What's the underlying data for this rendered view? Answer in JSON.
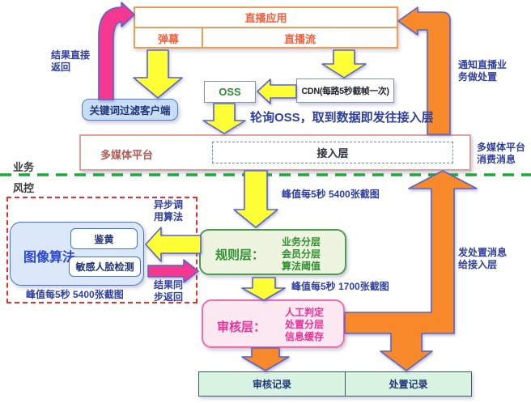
{
  "colors": {
    "yellow_arrow": "#ffff35",
    "orange_arrow": "#f7892a",
    "pink_arrow": "#f5388f",
    "arrow_outline": "#5a64c8",
    "divider_green": "#1fa73c",
    "risk_dashed_red": "#ee2d2d"
  },
  "zones": {
    "business": "业务",
    "risk": "风控"
  },
  "live_app": {
    "title": "直播应用",
    "danmaku": "弹幕",
    "stream": "直播流"
  },
  "nodes": {
    "oss": "OSS",
    "cdn": "CDN(每路5秒截帧一次)",
    "keyword_filter": "关键词过滤客户端",
    "multimedia": "多媒体平台",
    "access_layer": "接入层",
    "image_algo": {
      "title": "图像算法",
      "items": [
        "鉴黄",
        "敏感人脸检测"
      ]
    },
    "rules": {
      "title": "规则层：",
      "items_text": "业务分层\n会员分层\n算法阈值"
    },
    "review": {
      "title": "审核层：",
      "items_text": "人工判定\n处置分层\n信息缓存"
    },
    "records": [
      "审核记录",
      "处置记录"
    ]
  },
  "labels": {
    "result_return": "结果直接\n返回",
    "polling": "轮询OSS，取到数据即发往接入层",
    "notify_dispose": "通知直播业\n务做处置",
    "consume_msg": "多媒体平台\n消费消息",
    "peak_5400_mid": "峰值每5秒 5400张截图",
    "async_call": "异步调\n用算法",
    "sync_return": "结果同\n步返回",
    "peak_5400_algo": "峰值每5秒 5400张截图",
    "peak_1700": "峰值每5秒 1700张截图",
    "dispose_to_access": "发处置消息\n给接入层"
  }
}
